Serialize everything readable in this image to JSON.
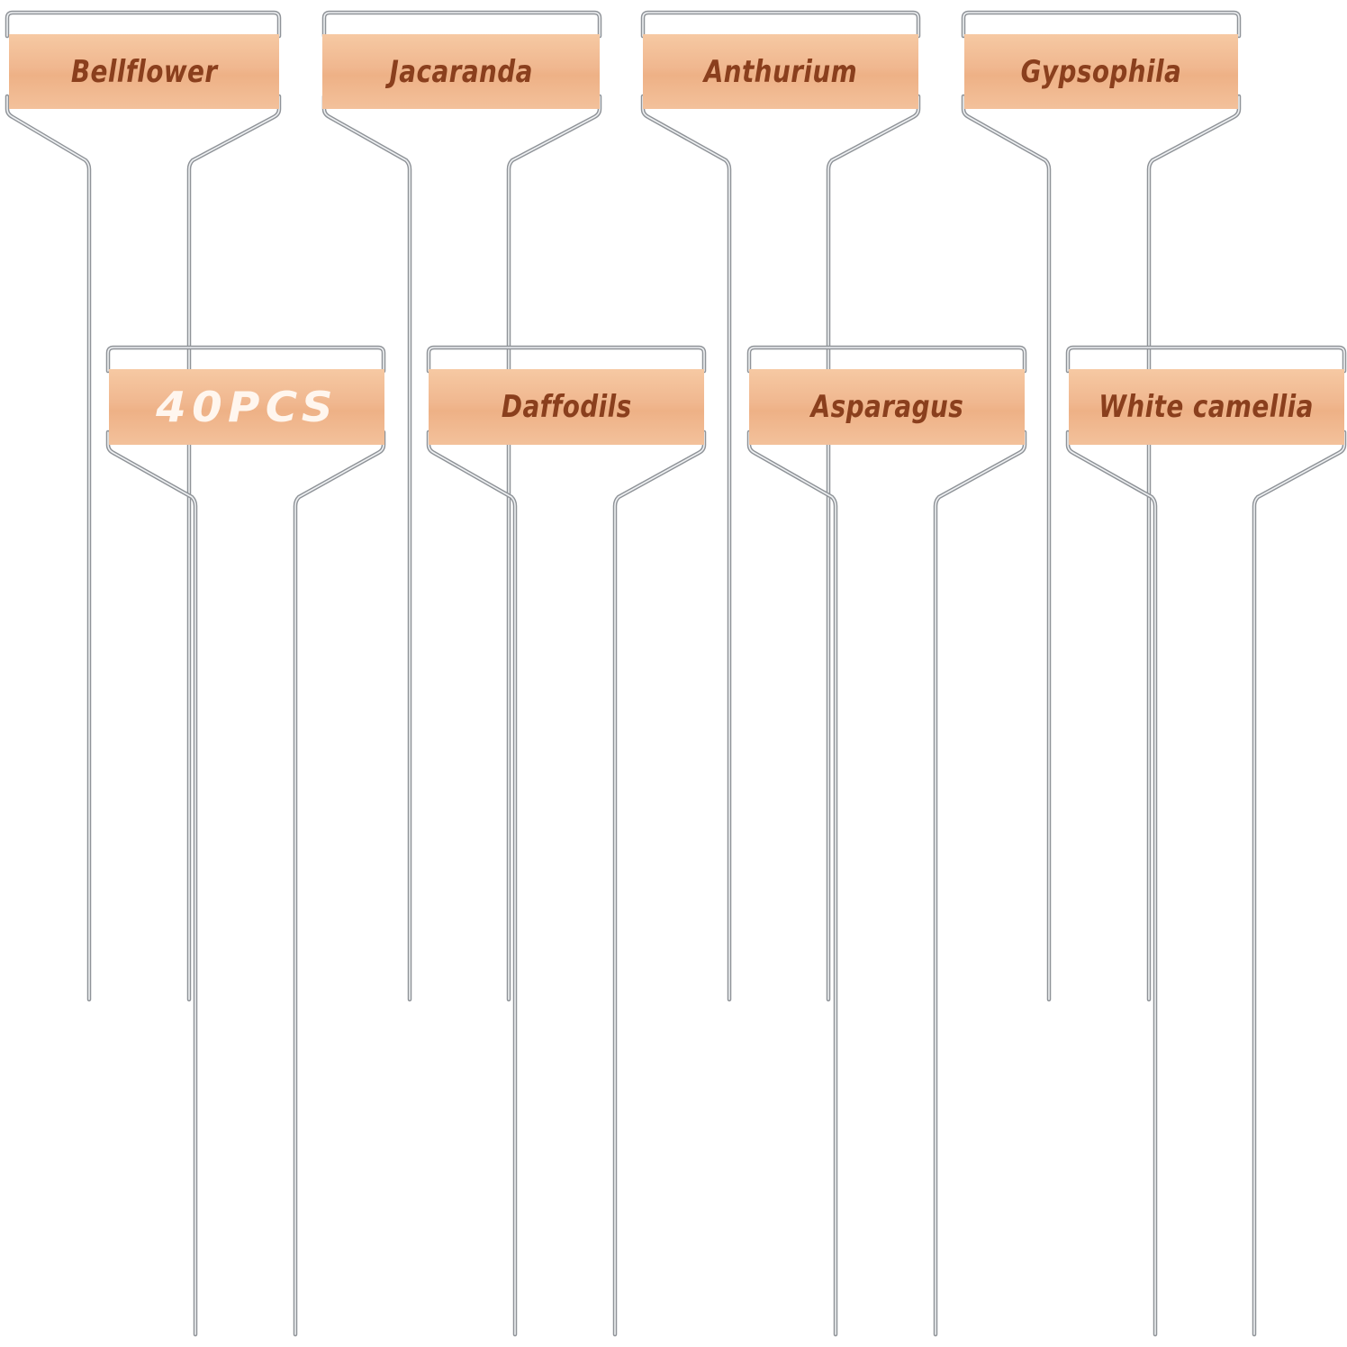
{
  "markers": {
    "back_row": [
      {
        "label": "Bellflower"
      },
      {
        "label": "Jacaranda"
      },
      {
        "label": "Anthurium"
      },
      {
        "label": "Gypsophila"
      }
    ],
    "front_row": [
      {
        "label": "40PCS"
      },
      {
        "label": "Daffodils"
      },
      {
        "label": "Asparagus"
      },
      {
        "label": "White  camellia"
      }
    ]
  },
  "colors": {
    "plate": "#f0b78f",
    "engraving": "#8a3f1d",
    "count_text": "#fff6ee",
    "wire": "#b9bcc0"
  }
}
